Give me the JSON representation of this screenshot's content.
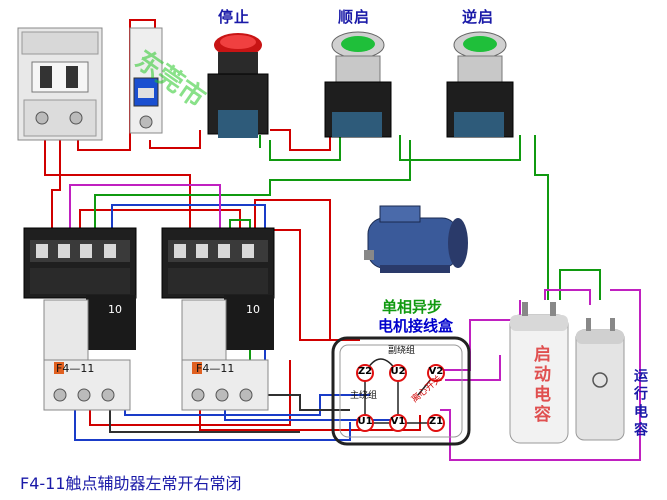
{
  "buttons": {
    "stop": "停止",
    "forward": "顺启",
    "reverse": "逆启"
  },
  "motor": {
    "title_line1": "单相异步",
    "title_line2": "电机接线盒"
  },
  "terminal_box": {
    "terminals": [
      "Z2",
      "U2",
      "V2",
      "U1",
      "V1",
      "Z1"
    ],
    "aux_winding": "副绕组",
    "main_winding": "主绕组",
    "centrifugal_switch": "离心开关"
  },
  "contactors": {
    "model_label": "F4—11",
    "number": "10"
  },
  "capacitor": {
    "body_text": "启动电容",
    "run_label": "运行电容"
  },
  "watermark": "东莞市",
  "caption": "F4-11触点辅助器左常开右常闭",
  "wire_colors": {
    "red": "#d00000",
    "green": "#109a10",
    "blue": "#1a3cc8",
    "purple": "#c020c0",
    "black": "#202020"
  }
}
